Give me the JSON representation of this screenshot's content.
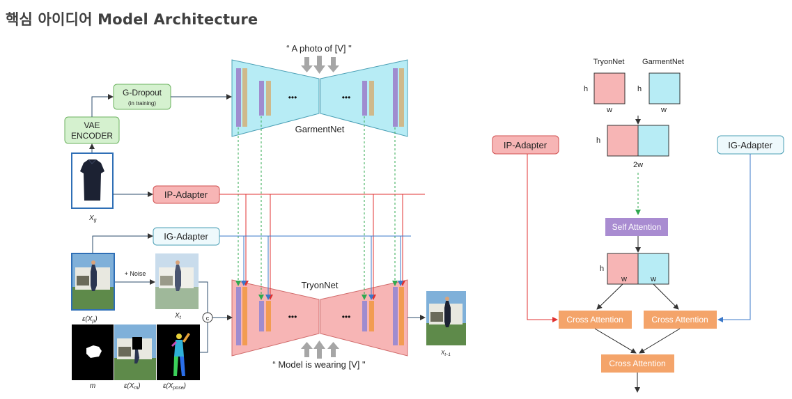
{
  "title": "핵심 아이디어 Model Architecture",
  "left": {
    "prompt_top": "“ A photo of [V] \"",
    "prompt_bottom": "“ Model is wearing [V] \"",
    "garmentnet": "GarmentNet",
    "tryonnet": "TryonNet",
    "ellipsis": "•••",
    "g_dropout": "G-Dropout",
    "g_dropout_note": "(in training)",
    "vae_line1": "VAE",
    "vae_line2": "ENCODER",
    "ip_adapter": "IP-Adapter",
    "ig_adapter": "IG-Adapter",
    "noise": "+ Noise",
    "concat": "c",
    "labels": {
      "xg": "X",
      "xg_sub": "g",
      "exp": "ε(X",
      "exp_sub": "p",
      "xt": "X",
      "xt_sub": "t",
      "m": "m",
      "exm": "ε(X",
      "exm_sub": "m",
      "expose": "ε(X",
      "expose_sub": "pose",
      "xt1": "X",
      "xt1_sub": "t−1",
      "close": ")"
    }
  },
  "right": {
    "tryonnet": "TryonNet",
    "garmentnet": "GarmentNet",
    "h": "h",
    "w": "w",
    "w2": "2w",
    "ip_adapter": "IP-Adapter",
    "ig_adapter": "IG-Adapter",
    "self_attention": "Self Attention",
    "cross_attention": "Cross Attention"
  },
  "colors": {
    "cyan": "#b7ecf5",
    "pink": "#f7b5b5",
    "green_box": "#d5f1cf",
    "purple_bar": "#9f8ccf",
    "tan_bar": "#cfb98b",
    "orange_bar": "#f29c52",
    "orange_box": "#f4a46a",
    "self_attn": "#a98cd1",
    "red_line": "#e03030",
    "blue_line": "#3b78c9",
    "green_dash": "#2fa84f"
  }
}
